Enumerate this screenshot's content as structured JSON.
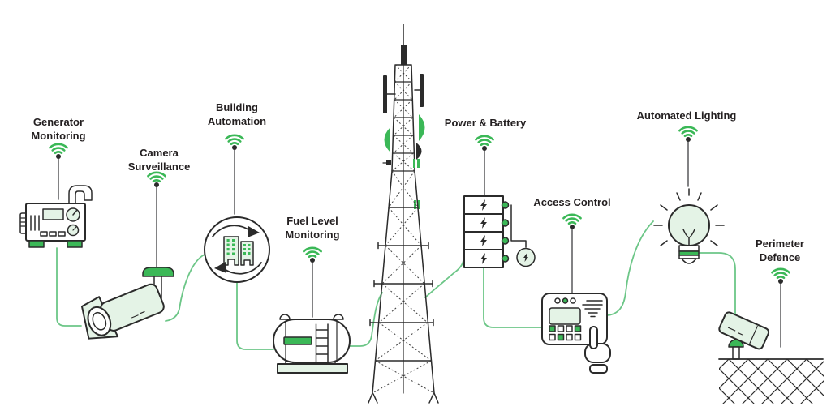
{
  "diagram": {
    "type": "iot-telecom-site-monitoring",
    "central_node": {
      "id": "telecom-tower",
      "icon": "telecom-tower-icon"
    },
    "nodes": [
      {
        "id": "generator-monitoring",
        "label": "Generator\nMonitoring",
        "icon": "generator-icon"
      },
      {
        "id": "camera-surveillance",
        "label": "Camera\nSurveillance",
        "icon": "cctv-camera-icon"
      },
      {
        "id": "building-automation",
        "label": "Building\nAutomation",
        "icon": "building-cycle-icon"
      },
      {
        "id": "fuel-level-monitoring",
        "label": "Fuel Level\nMonitoring",
        "icon": "fuel-tank-icon"
      },
      {
        "id": "power-battery",
        "label": "Power & Battery",
        "icon": "battery-stack-icon"
      },
      {
        "id": "access-control",
        "label": "Access Control",
        "icon": "keypad-icon"
      },
      {
        "id": "automated-lighting",
        "label": "Automated Lighting",
        "icon": "light-bulb-icon"
      },
      {
        "id": "perimeter-defence",
        "label": "Perimeter\nDefence",
        "icon": "perimeter-camera-icon"
      }
    ],
    "connections": [
      {
        "from": "generator-monitoring",
        "to": "camera-surveillance"
      },
      {
        "from": "camera-surveillance",
        "to": "building-automation"
      },
      {
        "from": "building-automation",
        "to": "fuel-level-monitoring"
      },
      {
        "from": "fuel-level-monitoring",
        "to": "telecom-tower"
      },
      {
        "from": "telecom-tower",
        "to": "power-battery"
      },
      {
        "from": "power-battery",
        "to": "access-control"
      },
      {
        "from": "access-control",
        "to": "automated-lighting"
      },
      {
        "from": "automated-lighting",
        "to": "perimeter-defence"
      }
    ]
  },
  "colors": {
    "accent_green": "#3bb857",
    "connector_green": "#6cc687",
    "light_green": "#e4f3e6",
    "outline_dark": "#2b2b2b",
    "stem_gray": "#58595b",
    "text_dark": "#231f20",
    "background": "#ffffff"
  }
}
